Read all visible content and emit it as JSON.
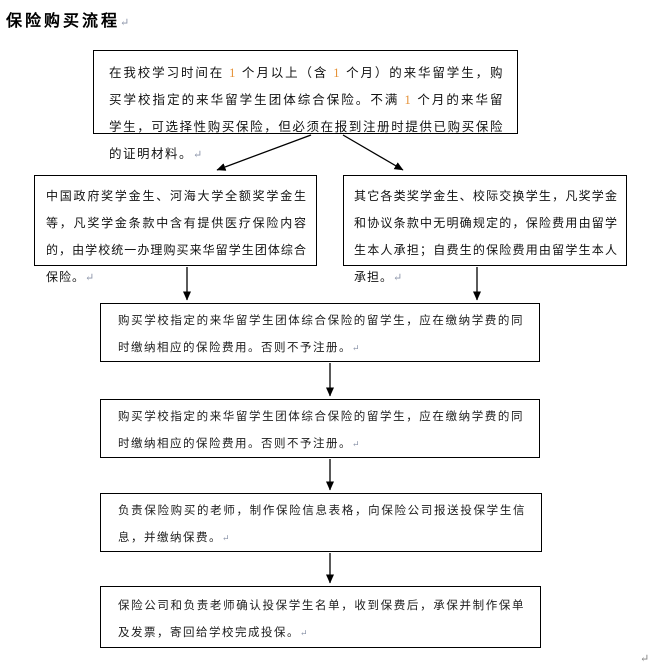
{
  "page": {
    "title": "保险购买流程",
    "title_mark": "↵",
    "end_mark": "↵"
  },
  "colors": {
    "number_highlight": "#e59137",
    "paragraph_mark": "#8a93a8",
    "box_border": "#000000"
  },
  "flowchart": {
    "boxes": [
      {
        "id": "start",
        "parts": [
          {
            "text": "在我校学习时间在 "
          },
          {
            "text": "1",
            "style": "num"
          },
          {
            "text": " 个月以上（含 "
          },
          {
            "text": "1",
            "style": "num"
          },
          {
            "text": " 个月）的来华留学生，购买学校指定的来华留学生团体综合保险。不满 "
          },
          {
            "text": "1",
            "style": "num"
          },
          {
            "text": " 个月的来华留学生，可选择性购买保险，但必须在报到注册时提供已购买保险的证明材料。"
          },
          {
            "text": "↵",
            "style": "mark"
          }
        ]
      },
      {
        "id": "scholarship-students",
        "parts": [
          {
            "text": "中国政府奖学金生、河海大学全额奖学金生等，凡奖学金条款中含有提供医疗保险内容的，由学校统一办理购买来华留学生团体综合保险。"
          },
          {
            "text": "↵",
            "style": "mark"
          }
        ]
      },
      {
        "id": "other-students",
        "parts": [
          {
            "text": "其它各类奖学金生、校际交换学生，凡奖学金和协议条款中无明确规定的，保险费用由留学生本人承担；自费生的保险费用由留学生本人承担。"
          },
          {
            "text": "↵",
            "style": "mark"
          }
        ]
      },
      {
        "id": "pay-with-tuition-1",
        "parts": [
          {
            "text": "购买学校指定的来华留学生团体综合保险的留学生，应在缴纳学费的同时缴纳相应的保险费用。否则不予注册。"
          },
          {
            "text": "↵",
            "style": "mark-small"
          }
        ]
      },
      {
        "id": "pay-with-tuition-2",
        "parts": [
          {
            "text": "购买学校指定的来华留学生团体综合保险的留学生，应在缴纳学费的同时缴纳相应的保险费用。否则不予注册。"
          },
          {
            "text": "↵",
            "style": "mark-small"
          }
        ]
      },
      {
        "id": "teacher-submit",
        "parts": [
          {
            "text": "负责保险购买的老师，制作保险信息表格，向保险公司报送投保学生信息，并缴纳保费。"
          },
          {
            "text": "↵",
            "style": "mark-small"
          }
        ]
      },
      {
        "id": "insurer-confirm",
        "parts": [
          {
            "text": "保险公司和负责老师确认投保学生名单，收到保费后，承保并制作保单及发票，寄回给学校完成投保。"
          },
          {
            "text": "↵",
            "style": "mark-small"
          }
        ]
      }
    ]
  }
}
